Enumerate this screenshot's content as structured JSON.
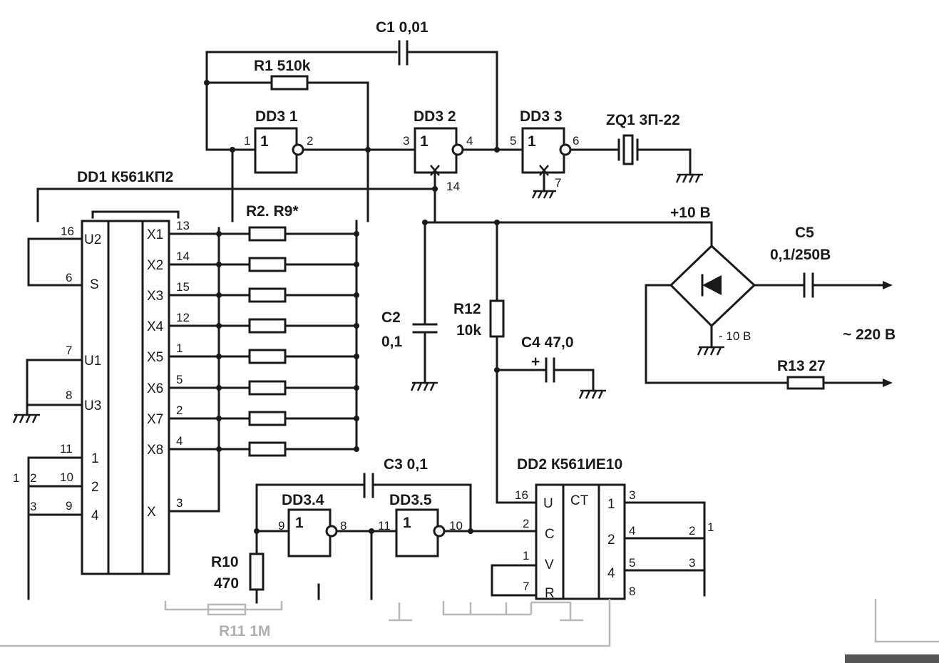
{
  "components": {
    "c1": "C1 0,01",
    "r1": "R1 510k",
    "dd3_1": "DD3 1",
    "dd3_2": "DD3 2",
    "dd3_3": "DD3 3",
    "zq1": "ZQ1 3П-22",
    "dd1": "DD1 К561КП2",
    "r2r9": "R2.  R9*",
    "supply": "+10 В",
    "c5": "C5",
    "c5_value": "0,1/250В",
    "c2": "C2",
    "c2_value": "0,1",
    "r12": "R12",
    "r12_value": "10k",
    "c4": "C4 47,0",
    "c4_plus": "+",
    "neg_supply": "- 10 В",
    "mains": "~ 220 В",
    "r13": "R13 27",
    "c3": "C3 0,1",
    "dd2": "DD2 К561ИЕ10",
    "dd3_4": "DD3.4",
    "dd3_5": "DD3.5",
    "r10": "R10",
    "r10_value": "470",
    "r11": "R11 1M"
  },
  "gate_symbols": {
    "one": "1"
  },
  "pins": {
    "dd3_1_in": "1",
    "dd3_1_out": "2",
    "dd3_2_in": "3",
    "dd3_2_out": "4",
    "dd3_2_pwr": "14",
    "dd3_3_in": "5",
    "dd3_3_out": "6",
    "dd3_3_gnd": "7",
    "dd3_4_in": "9",
    "dd3_4_out": "8",
    "dd3_5_in": "11",
    "dd3_5_out": "10"
  },
  "dd1_left": [
    {
      "num": "16",
      "name": "U2"
    },
    {
      "num": "6",
      "name": "S"
    },
    {
      "num": "7",
      "name": "U1"
    },
    {
      "num": "8",
      "name": "U3"
    },
    {
      "num": "11",
      "name": "1"
    },
    {
      "num": "10",
      "name": "2"
    },
    {
      "num": "9",
      "name": "4"
    }
  ],
  "dd1_left_extra": {
    "a": "1",
    "b": "2",
    "c": "3"
  },
  "dd1_right": [
    {
      "name": "X1",
      "num": "13"
    },
    {
      "name": "X2",
      "num": "14"
    },
    {
      "name": "X3",
      "num": "15"
    },
    {
      "name": "X4",
      "num": "12"
    },
    {
      "name": "X5",
      "num": "1"
    },
    {
      "name": "X6",
      "num": "5"
    },
    {
      "name": "X7",
      "num": "2"
    },
    {
      "name": "X8",
      "num": "4"
    },
    {
      "name": "X",
      "num": "3"
    }
  ],
  "dd2_left": [
    {
      "num": "16",
      "name": "U"
    },
    {
      "num": "2",
      "name": "C"
    },
    {
      "num": "1",
      "name": "V"
    },
    {
      "num": "7",
      "name": "R"
    }
  ],
  "dd2_ct": "CT",
  "dd2_outputs": [
    {
      "weight": "1",
      "num": "3"
    },
    {
      "weight": "2",
      "num": "4"
    },
    {
      "weight": "4",
      "num": "5"
    },
    {
      "weight": "",
      "num": "8"
    }
  ],
  "dd2_right_labels": {
    "a": "2",
    "b": "1",
    "c": "3"
  }
}
